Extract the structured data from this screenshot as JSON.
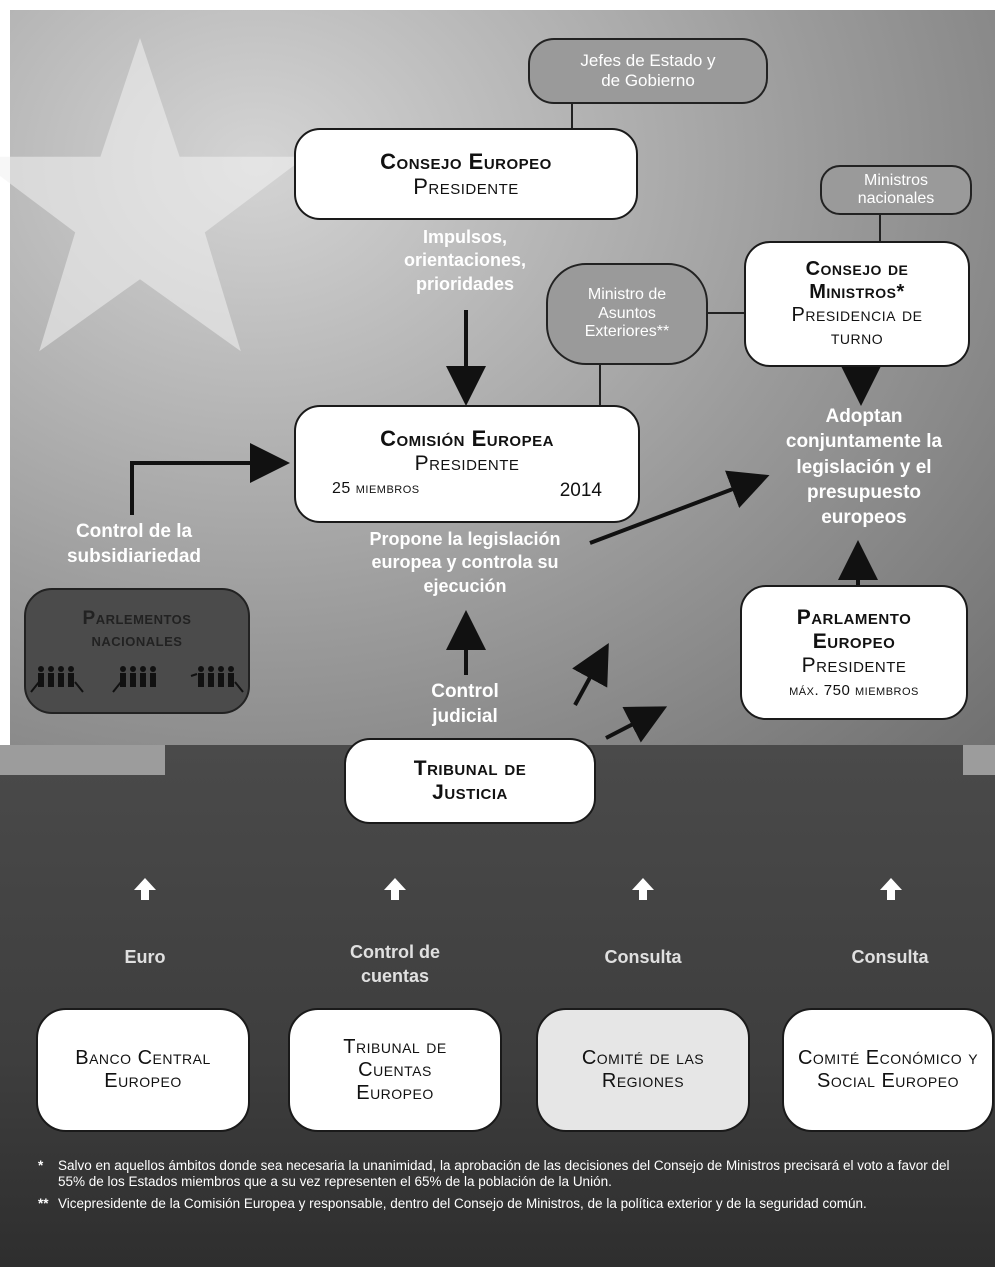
{
  "diagram": {
    "jefes": "Jefes de Estado y de Gobierno",
    "consejo_europeo": {
      "title": "Consejo Europeo",
      "subtitle": "Presidente"
    },
    "impulsos": "Impulsos, orientaciones, prioridades",
    "ministros_nacionales": "Ministros nacionales",
    "consejo_ministros": {
      "title": "Consejo de Ministros*",
      "subtitle": "Presidencia de turno"
    },
    "ministro_exteriores": "Ministro de Asuntos Exteriores**",
    "comision": {
      "title": "Comisión Europea",
      "subtitle": "Presidente",
      "members": "25 miembros",
      "year": "2014"
    },
    "adoptan": "Adoptan conjuntamente la legislación y el presupuesto europeos",
    "control_subsidiariedad": "Control de la subsidiariedad",
    "propone": "Propone la legislación europea y controla su ejecución",
    "parlamentos_nacionales": "Parlementos nacionales",
    "parlamento_europeo": {
      "title": "Parlamento Europeo",
      "subtitle": "Presidente",
      "members": "máx. 750 miembros"
    },
    "control_judicial": "Control judicial",
    "tribunal_justicia": "Tribunal de Justicia",
    "bottom_labels": [
      "Euro",
      "Control de cuentas",
      "Consulta",
      "Consulta"
    ],
    "bottom_boxes": [
      "Banco Central Europeo",
      "Tribunal de Cuentas Europeo",
      "Comité de las Regiones",
      "Comité Económico y Social Europeo"
    ],
    "notes": [
      {
        "mark": "*",
        "text": "Salvo en aquellos ámbitos donde sea necesaria la unanimidad, la aprobación de las decisiones del Consejo de Ministros precisará el voto a favor del 55% de los Estados miembros que a su vez representen el 65% de la población de la Unión."
      },
      {
        "mark": "**",
        "text": "Vicepresidente de la Comisión Europea y responsable, dentro del Consejo de Ministros, de la política exterior y de la seguridad común."
      }
    ]
  }
}
